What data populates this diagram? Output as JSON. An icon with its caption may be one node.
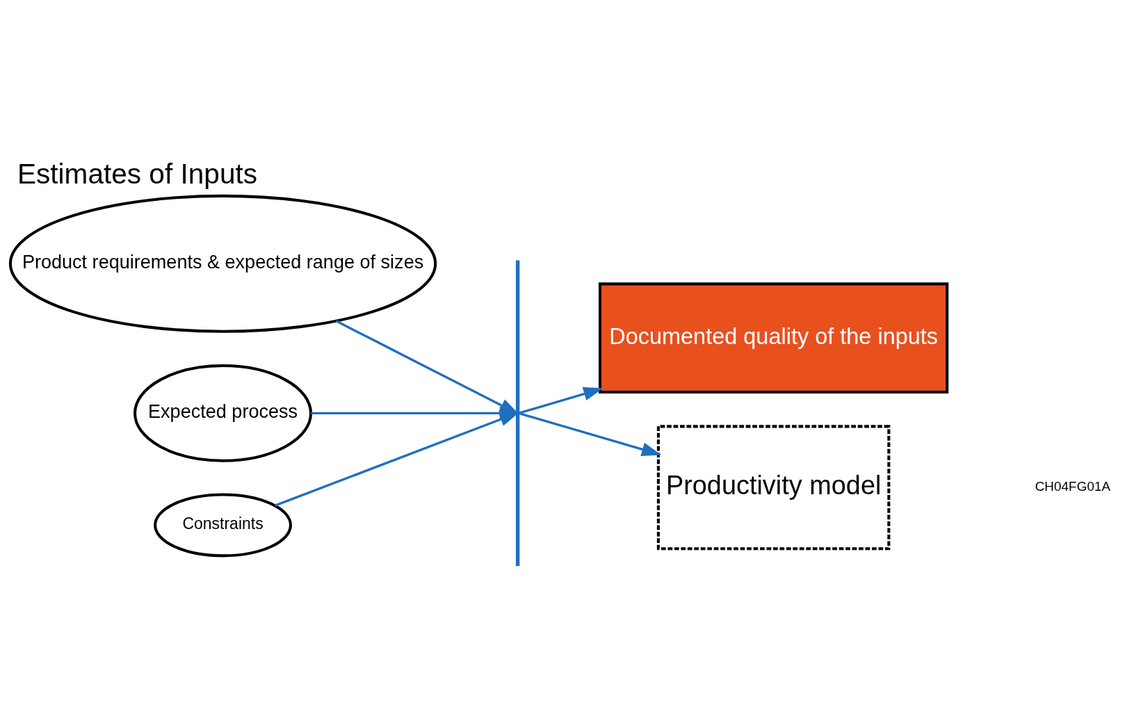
{
  "diagram": {
    "title": "Estimates of Inputs",
    "nodes": [
      {
        "text": [
          "Product requirements & expected range of sizes"
        ]
      },
      {
        "text": [
          "Expected process"
        ]
      },
      {
        "text": [
          "Constraints"
        ]
      },
      {
        "text": [],
        "shape": "bar"
      },
      {
        "text": [
          "Documented quality of the inputs"
        ]
      },
      {
        "text": [
          "Productivity model"
        ]
      }
    ],
    "edges": [
      {
        "from": 0,
        "to": 3,
        "arrow": "to"
      },
      {
        "from": 1,
        "to": 3,
        "arrow": "to"
      },
      {
        "from": 2,
        "to": 3,
        "arrow": "to"
      },
      {
        "from": 3,
        "to": 4,
        "arrow": "to"
      },
      {
        "from": 3,
        "to": 5,
        "arrow": "to"
      }
    ],
    "labels": [
      "CH04FG01A"
    ]
  }
}
